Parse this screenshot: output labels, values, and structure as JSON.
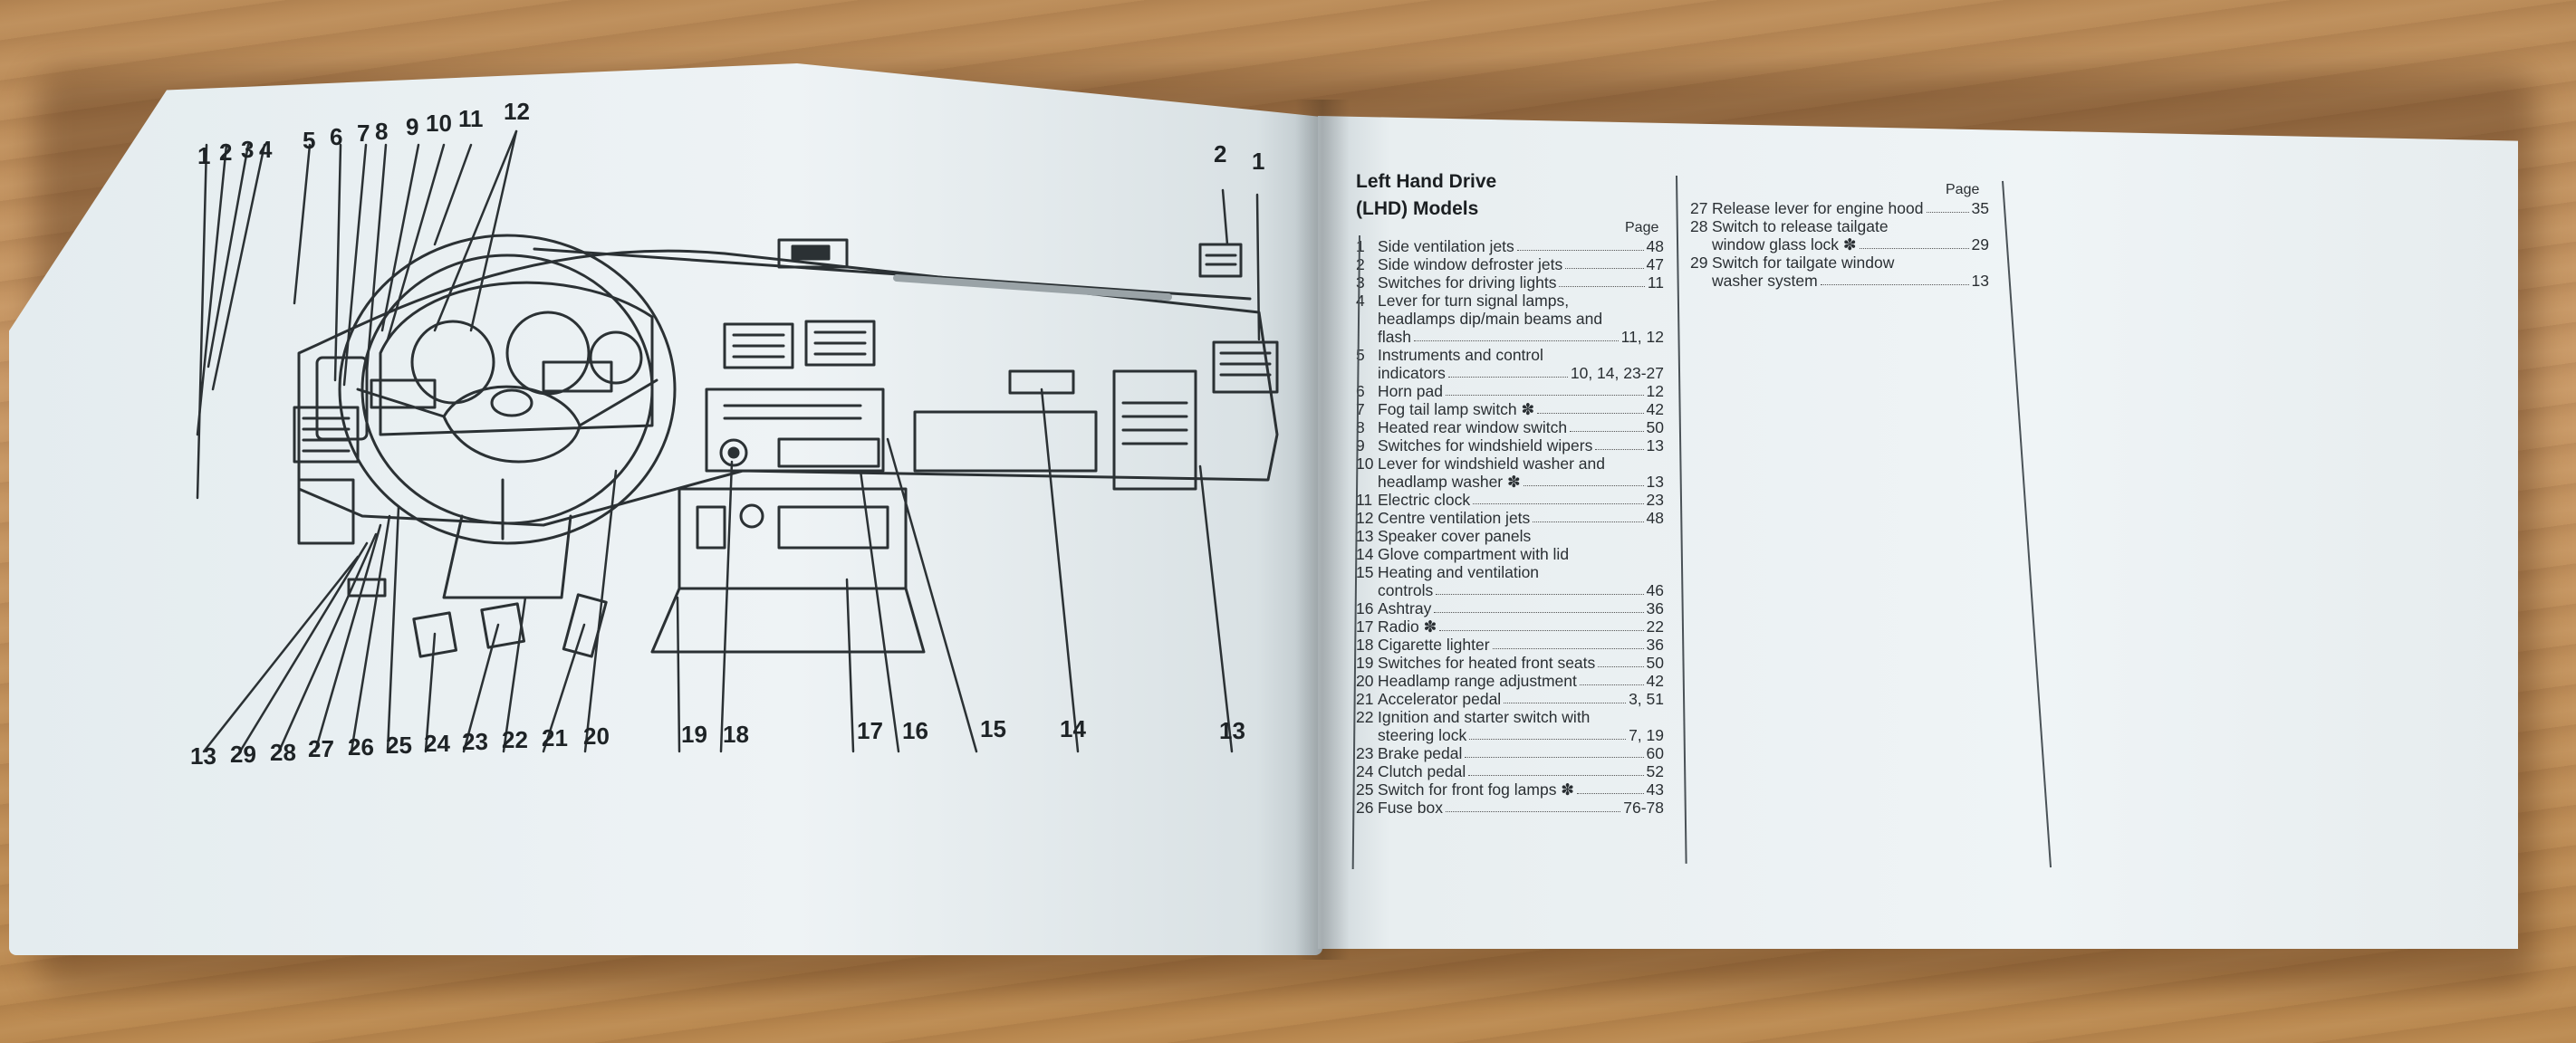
{
  "left_page": {
    "callouts_top": [
      "1",
      "2",
      "3",
      "4",
      "5",
      "6",
      "7",
      "8",
      "9",
      "10",
      "11",
      "12",
      "2",
      "1"
    ],
    "callouts_bottom": [
      "13",
      "29",
      "28",
      "27",
      "26",
      "25",
      "24",
      "23",
      "22",
      "21",
      "20",
      "19",
      "18",
      "17",
      "16",
      "15",
      "14",
      "13"
    ]
  },
  "right_page": {
    "title_line1": "Left Hand Drive",
    "title_line2": "(LHD) Models",
    "page_header": "Page",
    "page_header_2": "Page",
    "items_col1": [
      {
        "num": "1",
        "lines": [
          "Side ventilation jets"
        ],
        "page": "48"
      },
      {
        "num": "2",
        "lines": [
          "Side window defroster jets"
        ],
        "page": "47"
      },
      {
        "num": "3",
        "lines": [
          "Switches for driving lights"
        ],
        "page": "11"
      },
      {
        "num": "4",
        "lines": [
          "Lever for turn signal lamps,",
          "headlamps dip/main beams and",
          "flash"
        ],
        "page": "11, 12"
      },
      {
        "num": "5",
        "lines": [
          "Instruments and control",
          "indicators"
        ],
        "page": "10, 14, 23-27"
      },
      {
        "num": "6",
        "lines": [
          "Horn pad"
        ],
        "page": "12"
      },
      {
        "num": "7",
        "lines": [
          "Fog tail lamp switch ✽"
        ],
        "page": "42"
      },
      {
        "num": "8",
        "lines": [
          "Heated rear window switch"
        ],
        "page": "50"
      },
      {
        "num": "9",
        "lines": [
          "Switches for windshield wipers"
        ],
        "page": "13"
      },
      {
        "num": "10",
        "lines": [
          "Lever for windshield washer and",
          "headlamp washer ✽"
        ],
        "page": "13"
      },
      {
        "num": "11",
        "lines": [
          "Electric clock"
        ],
        "page": "23"
      },
      {
        "num": "12",
        "lines": [
          "Centre ventilation jets"
        ],
        "page": "48"
      },
      {
        "num": "13",
        "lines": [
          "Speaker cover panels"
        ],
        "page": ""
      },
      {
        "num": "14",
        "lines": [
          "Glove compartment with lid"
        ],
        "page": ""
      },
      {
        "num": "15",
        "lines": [
          "Heating and ventilation",
          "controls"
        ],
        "page": "46"
      },
      {
        "num": "16",
        "lines": [
          "Ashtray"
        ],
        "page": "36"
      },
      {
        "num": "17",
        "lines": [
          "Radio ✽"
        ],
        "page": "22"
      },
      {
        "num": "18",
        "lines": [
          "Cigarette lighter"
        ],
        "page": "36"
      },
      {
        "num": "19",
        "lines": [
          "Switches for heated front seats"
        ],
        "page": "50"
      },
      {
        "num": "20",
        "lines": [
          "Headlamp range adjustment"
        ],
        "page": "42"
      },
      {
        "num": "21",
        "lines": [
          "Accelerator pedal"
        ],
        "page": "3, 51"
      },
      {
        "num": "22",
        "lines": [
          "Ignition and starter switch with",
          "steering lock"
        ],
        "page": "7, 19"
      },
      {
        "num": "23",
        "lines": [
          "Brake pedal"
        ],
        "page": "60"
      },
      {
        "num": "24",
        "lines": [
          "Clutch pedal"
        ],
        "page": "52"
      },
      {
        "num": "25",
        "lines": [
          "Switch for front fog lamps ✽"
        ],
        "page": "43"
      },
      {
        "num": "26",
        "lines": [
          "Fuse box"
        ],
        "page": "76-78"
      }
    ],
    "items_col2": [
      {
        "num": "27",
        "lines": [
          "Release lever for engine hood"
        ],
        "page": "35"
      },
      {
        "num": "28",
        "lines": [
          "Switch to release tailgate",
          "window glass lock ✽"
        ],
        "page": "29"
      },
      {
        "num": "29",
        "lines": [
          "Switch for tailgate window",
          "washer system"
        ],
        "page": "13"
      }
    ]
  }
}
